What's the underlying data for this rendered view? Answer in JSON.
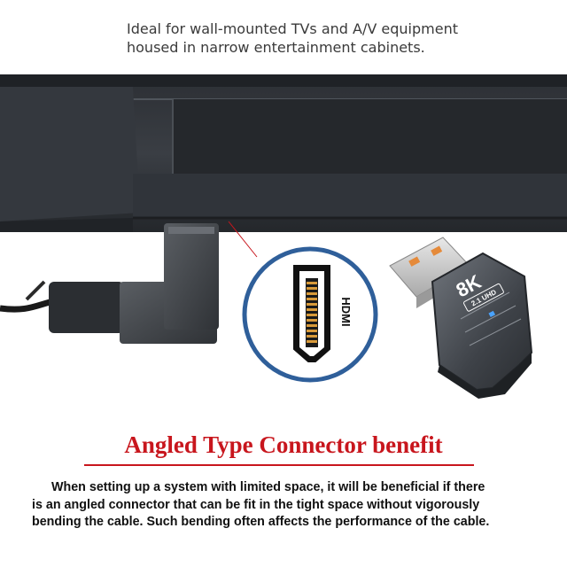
{
  "intro": {
    "line1": "Ideal for wall-mounted TVs and A/V equipment",
    "line2": "housed in narrow entertainment cabinets."
  },
  "connector_closeup": {
    "port_label": "HDMI"
  },
  "product_adapter": {
    "badge_main": "8K",
    "badge_sub": "2.1 UHD"
  },
  "headline": "Angled Type Connector benefit",
  "body": {
    "line1": "When setting up a system with limited space, it will be beneficial if there",
    "line2": "is an angled connector that can be fit in the tight space without vigorously",
    "line3": "bending the cable. Such bending often affects the performance of the cable."
  },
  "colors": {
    "accent_red": "#c8161d",
    "tv_body": "#2c2f33",
    "callout_ring": "#2f5f9a",
    "hdmi_contacts": "#d89a3a"
  }
}
